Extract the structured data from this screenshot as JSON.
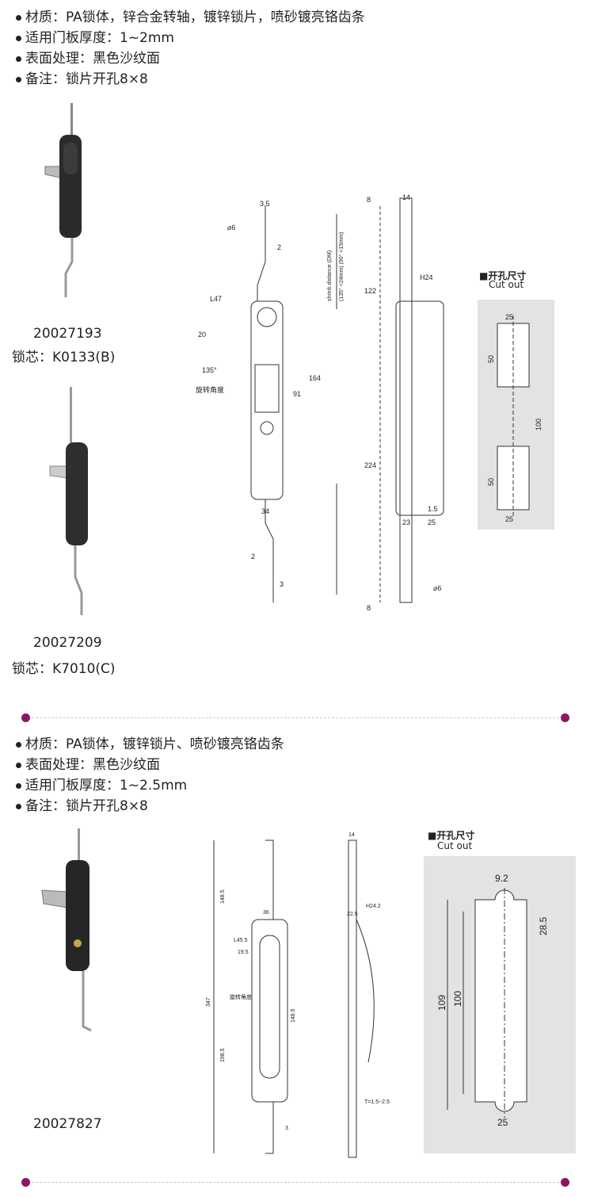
{
  "section1": {
    "specs": [
      "材质：PA锁体，锌合金转轴，镀锌锁片，喷砂镀亮铬齿条",
      "适用门板厚度：1~2mm",
      "表面处理：黑色沙纹面",
      "备注：锁片开孔8×8"
    ],
    "products": [
      {
        "code": "20027193",
        "core": "锁芯：K0133(B)"
      },
      {
        "code": "20027209",
        "core": "锁芯：K7010(C)"
      }
    ],
    "drawing": {
      "dims": [
        "3.5",
        "⌀6",
        "2",
        "L47",
        "20",
        "91",
        "164",
        "34",
        "2",
        "3",
        "14",
        "8",
        "122",
        "H24",
        "224",
        "1.5",
        "23",
        "25",
        "8",
        "⌀6"
      ],
      "rotate_label": "旋转角度",
      "rotate_angle": "135°",
      "shrink": "shrink distance (DM)",
      "shrink_values": "(135° =24mm) (90° =15mm)"
    },
    "cutout": {
      "title": "■开孔尺寸",
      "subtitle": "Cut out",
      "dims": [
        "25",
        "50",
        "100",
        "50",
        "25"
      ]
    }
  },
  "section2": {
    "specs": [
      "材质：PA锁体，镀锌锁片、喷砂镀亮铬齿条",
      "表面处理：黑色沙纹面",
      "适用门板厚度：1~2.5mm",
      "备注：锁片开孔8×8"
    ],
    "products": [
      {
        "code": "20027827"
      }
    ],
    "drawing": {
      "dims": [
        "347",
        "148.5",
        "36",
        "L45.5",
        "19.5",
        "148.5",
        "198.5",
        "3",
        "14",
        "H24.2",
        "22.5",
        "T=1.5~2.5"
      ],
      "rotate_label": "旋转角度"
    },
    "cutout": {
      "title": "■开孔尺寸",
      "subtitle": "Cut out",
      "dims": [
        "9.2",
        "28.5",
        "109",
        "100",
        "25"
      ]
    }
  },
  "colors": {
    "divider_dot": "#8c1660",
    "cutout_bg": "#e3e3e3"
  }
}
